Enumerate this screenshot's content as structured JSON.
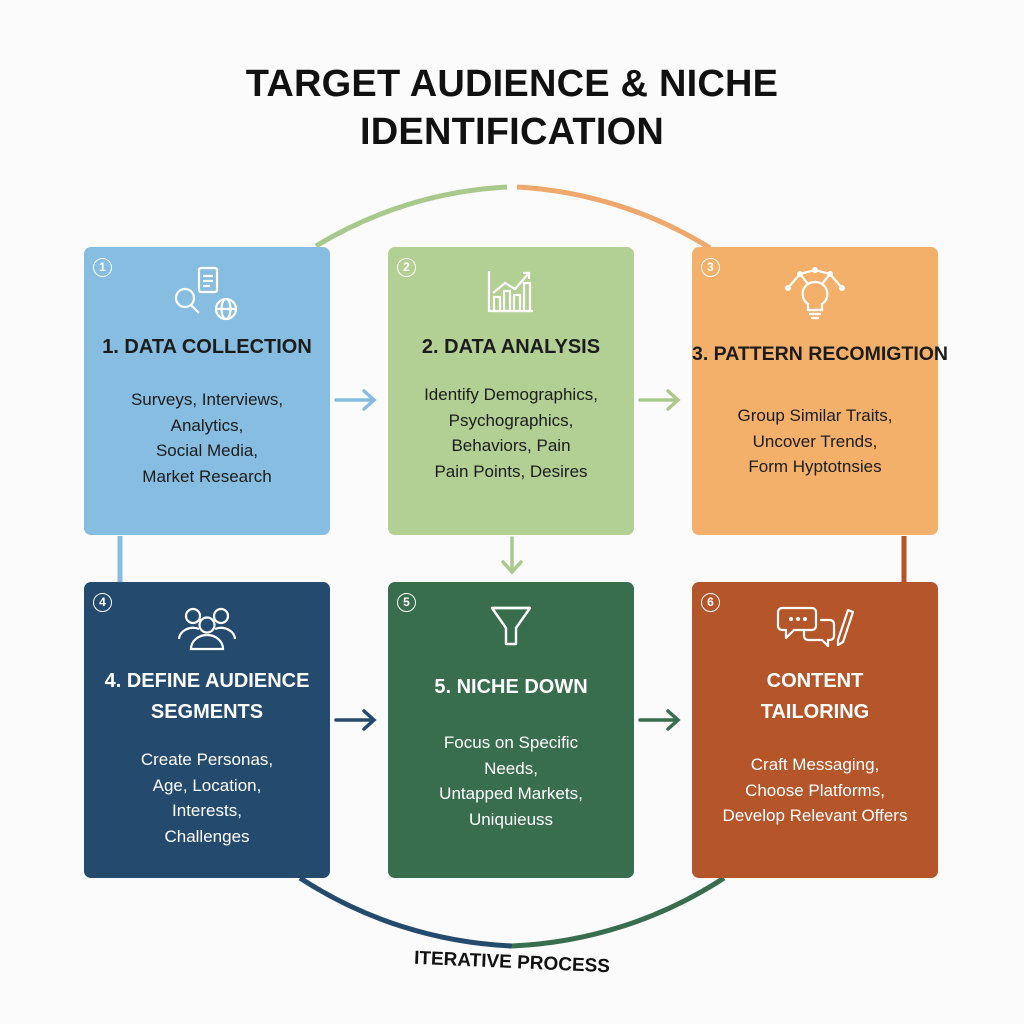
{
  "title": {
    "line1": "TARGET AUDIENCE & NICHE",
    "line2": "IDENTIFICATION"
  },
  "colors": {
    "step1": "#86bde0",
    "step2": "#b2cf94",
    "step3": "#f3b06b",
    "step4": "#244a6d",
    "step5": "#386d4e",
    "step6": "#b4552a"
  },
  "steps": [
    {
      "number": "1",
      "icon": "search-clipboard-globe-icon",
      "heading": [
        "1. DATA COLLECTION"
      ],
      "lines": [
        "Surveys, Interviews,",
        "Analytics,",
        "Social Media,",
        "Market Research"
      ]
    },
    {
      "number": "2",
      "icon": "bar-chart-trend-icon",
      "heading": [
        "2. DATA ANALYSIS"
      ],
      "lines": [
        "Identify Demographics,",
        "Psychographics,",
        "Behaviors, Pain",
        "Pain Points, Desires"
      ]
    },
    {
      "number": "3",
      "icon": "lightbulb-network-icon",
      "heading": [
        "3. PATTERN RECOMIGTION"
      ],
      "lines": [
        "Group Similar Traits,",
        "Uncover Trends,",
        "Form Hyptotnsies"
      ]
    },
    {
      "number": "4",
      "icon": "people-group-icon",
      "heading": [
        "4. DEFINE AUDIENCE",
        "SEGMENTS"
      ],
      "lines": [
        "Create Personas,",
        "Age, Location,",
        "Interests,",
        "Challenges"
      ]
    },
    {
      "number": "5",
      "icon": "funnel-icon",
      "heading": [
        "5. NICHE DOWN"
      ],
      "lines": [
        "Focus on Specific",
        "Needs,",
        "Untapped Markets,",
        "Uniquieuss"
      ]
    },
    {
      "number": "6",
      "icon": "speech-bubbles-pencil-icon",
      "heading": [
        "CONTENT",
        "TAILORING"
      ],
      "lines": [
        "Craft Messaging,",
        "Choose Platforms,",
        "Develop Relevant Offers"
      ]
    }
  ],
  "caption": "ITERATIVE PROCESS"
}
